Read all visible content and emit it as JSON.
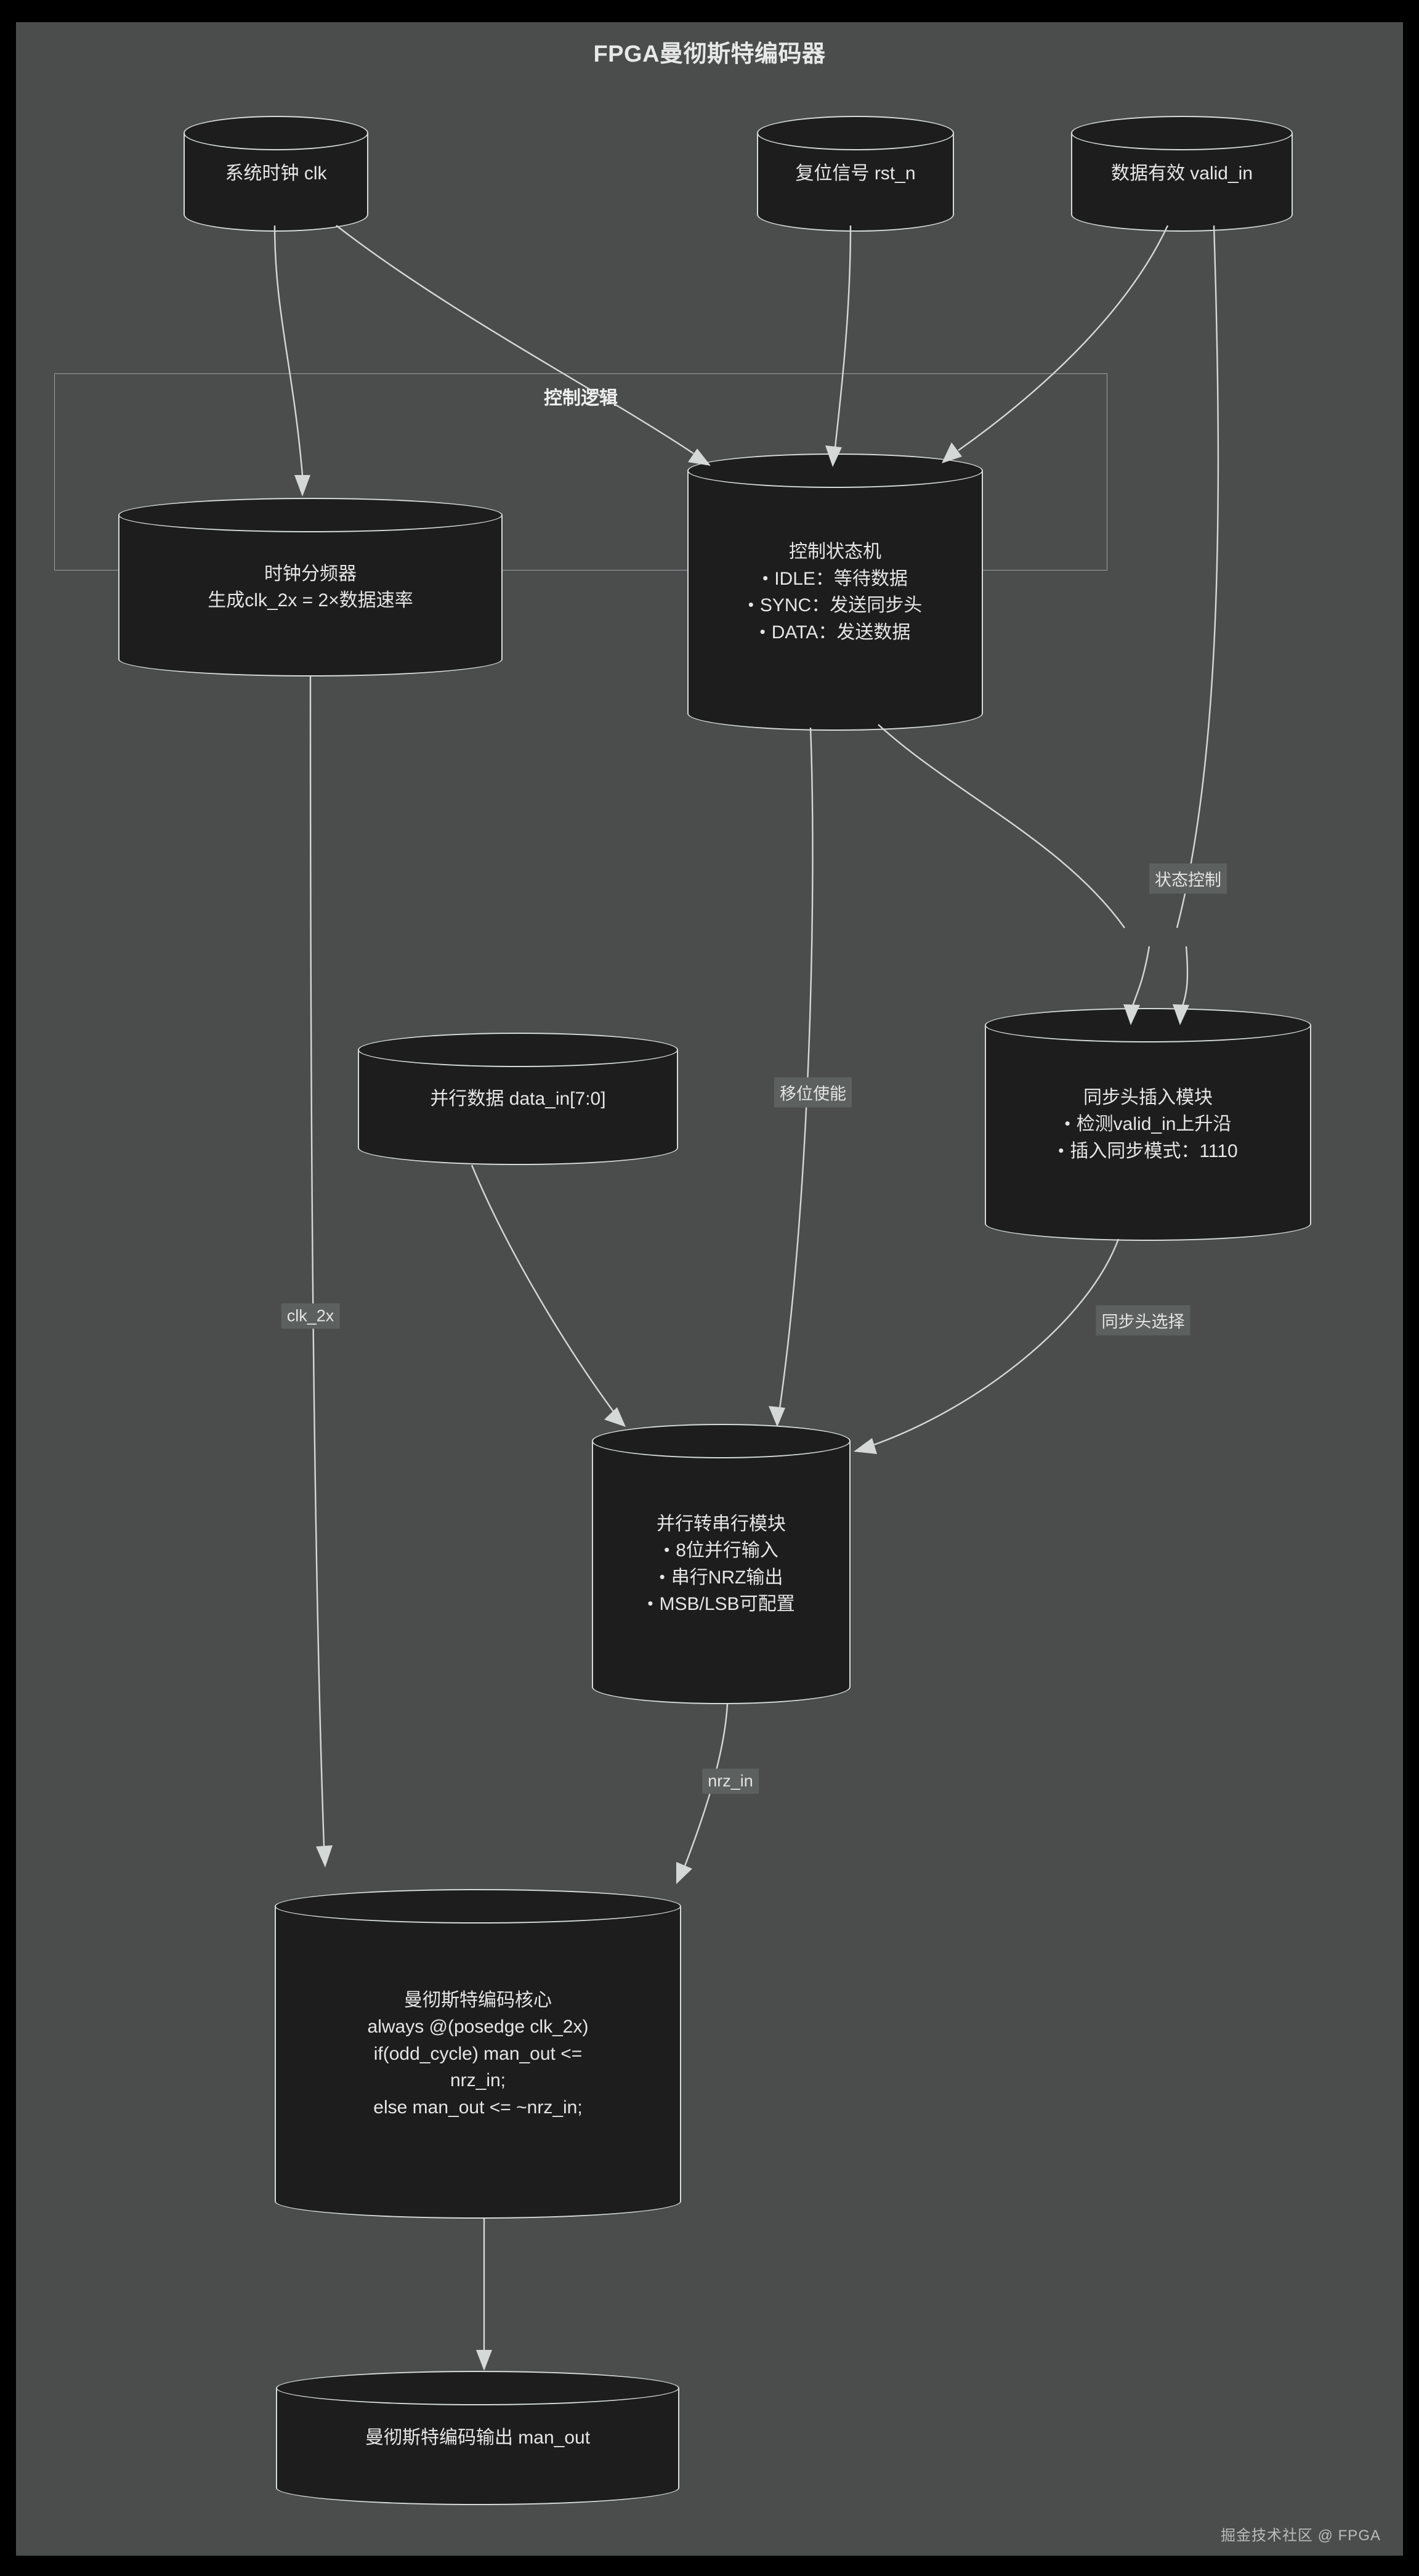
{
  "title": "FPGA曼彻斯特编码器",
  "watermark": "掘金技术社区 @ FPGA",
  "colors": {
    "page_background": "#000000",
    "canvas_background": "#4a4d4c",
    "node_fill": "#1d1d1d",
    "node_stroke": "#d6dada",
    "text": "#e6e6e6",
    "edge_stroke": "#d4d8d7",
    "edge_label_background": "#5c605f"
  },
  "subgraph": {
    "label": "控制逻辑"
  },
  "nodes": {
    "clk": {
      "label": "系统时钟 clk"
    },
    "rst": {
      "label": "复位信号 rst_n"
    },
    "valid": {
      "label": "数据有效 valid_in"
    },
    "divider": {
      "line1": "时钟分频器",
      "line2": "生成clk_2x = 2×数据速率"
    },
    "fsm": {
      "title": "控制状态机",
      "bullets": [
        "IDLE：等待数据",
        "SYNC：发送同步头",
        "DATA：发送数据"
      ]
    },
    "sync_insert": {
      "title": "同步头插入模块",
      "bullets": [
        "检测valid_in上升沿",
        "插入同步模式：1110"
      ]
    },
    "data_in": {
      "label": "并行数据 data_in[7:0]"
    },
    "p2s": {
      "title": "并行转串行模块",
      "bullets": [
        "8位并行输入",
        "串行NRZ输出",
        "MSB/LSB可配置"
      ]
    },
    "core": {
      "lines": [
        "曼彻斯特编码核心",
        "always @(posedge clk_2x)",
        "if(odd_cycle) man_out <=",
        "nrz_in;",
        "else man_out <= ~nrz_in;"
      ]
    },
    "man_out": {
      "label": "曼彻斯特编码输出 man_out"
    }
  },
  "edge_labels": {
    "state_control": "状态控制",
    "shift_enable": "移位使能",
    "clk_2x": "clk_2x",
    "sync_select": "同步头选择",
    "nrz_in": "nrz_in"
  }
}
